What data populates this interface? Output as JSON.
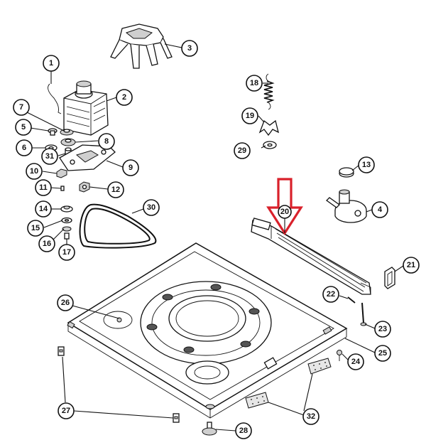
{
  "diagram": {
    "highlight_color": "#d9212b",
    "callouts": [
      "1",
      "2",
      "3",
      "4",
      "5",
      "6",
      "7",
      "8",
      "9",
      "10",
      "11",
      "12",
      "13",
      "14",
      "15",
      "16",
      "17",
      "18",
      "19",
      "20",
      "21",
      "22",
      "23",
      "24",
      "25",
      "26",
      "27",
      "28",
      "29",
      "30",
      "31",
      "32"
    ]
  }
}
